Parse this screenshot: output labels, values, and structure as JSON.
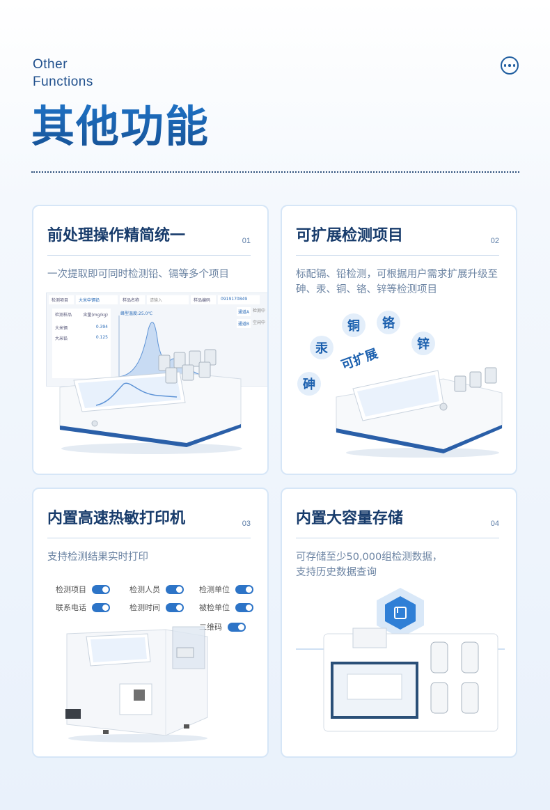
{
  "header": {
    "eng_line1": "Other",
    "eng_line2": "Functions",
    "title": "其他功能",
    "more_icon": "more-dots-icon"
  },
  "cards": [
    {
      "title": "前处理操作精简统一",
      "num": "01",
      "desc": "一次提取即可同时检测铅、镉等多个项目",
      "screen": {
        "field1_label": "检测项目",
        "field1_value": "大米中镉铅",
        "field2_label": "样品名称",
        "field2_value": "请输入",
        "field3_label": "样品编码",
        "field3_value": "0919170849",
        "col_sample": "检测样品",
        "col_value": "含量(mg/kg)",
        "row1_name": "大米镉",
        "row1_value": "0.394",
        "row2_name": "大米铅",
        "row2_value": "0.125",
        "chart_label": "峰型温度:25.0℃",
        "ch1": "通道A",
        "ch1_status": "检测中",
        "ch2": "通道B",
        "ch2_status": "空闲中"
      }
    },
    {
      "title": "可扩展检测项目",
      "num": "02",
      "desc": "标配镉、铅检测，可根据用户需求扩展升级至砷、汞、铜、铬、锌等检测项目",
      "bubbles": [
        "砷",
        "汞",
        "铜",
        "铬",
        "锌"
      ],
      "expand_label": "可扩展"
    },
    {
      "title": "内置高速热敏打印机",
      "num": "03",
      "desc": "支持检测结果实时打印",
      "toggles": [
        "检测项目",
        "检测人员",
        "检测单位",
        "联系电话",
        "检测时间",
        "被检单位",
        "二维码"
      ]
    },
    {
      "title": "内置大容量存储",
      "num": "04",
      "desc_line1": "可存储至少50,000组检测数据，",
      "desc_line2": "支持历史数据查询",
      "storage_icon": "storage-box-icon"
    }
  ],
  "colors": {
    "brand": "#1b64b5",
    "title_text": "#173b6b",
    "toggle_on": "#2d74c7"
  }
}
